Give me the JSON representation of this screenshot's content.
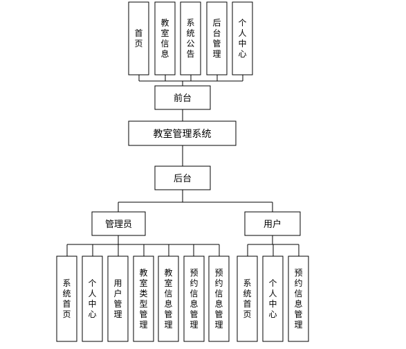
{
  "top_modules": [
    "首页",
    "教室信息",
    "系统公告",
    "后台管理",
    "个人中心"
  ],
  "frontend_label": "前台",
  "system_title": "教室管理系统",
  "backend_label": "后台",
  "admin": {
    "label": "管理员",
    "modules": [
      "系统首页",
      "个人中心",
      "用户管理",
      "教室类型管理",
      "教室信息管理",
      "预约信息管理",
      "预约信息管理"
    ]
  },
  "user": {
    "label": "用户",
    "modules": [
      "系统首页",
      "个人中心",
      "预约信息管理"
    ]
  }
}
